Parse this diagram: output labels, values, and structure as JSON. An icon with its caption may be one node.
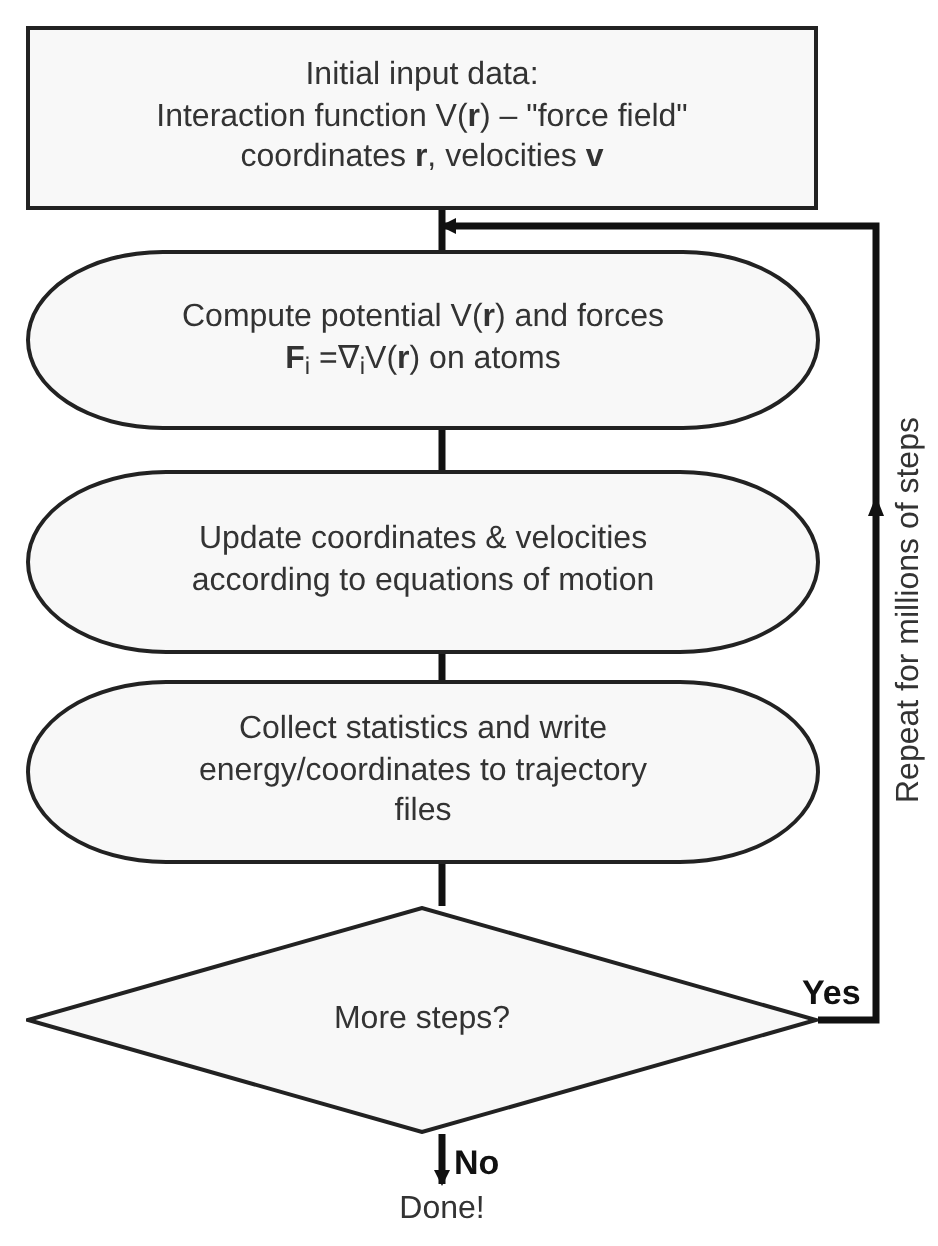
{
  "diagram": {
    "nodes": [
      {
        "text": [
          "Initial input data:",
          "Interaction function V(**r**) – \"force field\" coordinates **r**, velocities **v**"
        ]
      },
      {
        "text": [
          "Compute potential V(**r**) and forces **F**$_{i}$ =∇$_{i}$V(**r**) on atoms"
        ]
      },
      {
        "text": [
          "Update coordinates & velocities according to equations of motion"
        ]
      },
      {
        "text": [
          "Collect statistics and write energy/coordinates to trajectory files"
        ]
      },
      {
        "text": [
          "More steps?"
        ]
      },
      {
        "text": [
          "Done!"
        ]
      }
    ],
    "edges": [
      {
        "from": 0,
        "to": 1,
        "arrow": "none"
      },
      {
        "from": 1,
        "to": 2,
        "arrow": "none"
      },
      {
        "from": 2,
        "to": 3,
        "arrow": "none"
      },
      {
        "from": 3,
        "to": 4,
        "arrow": "none"
      },
      {
        "from": 4,
        "to": 5,
        "arrow": "to",
        "label": "No"
      },
      {
        "from": 4,
        "to": 1,
        "arrow": "to",
        "label": "Yes"
      }
    ],
    "labels": [
      "Repeat for millions of steps"
    ]
  }
}
